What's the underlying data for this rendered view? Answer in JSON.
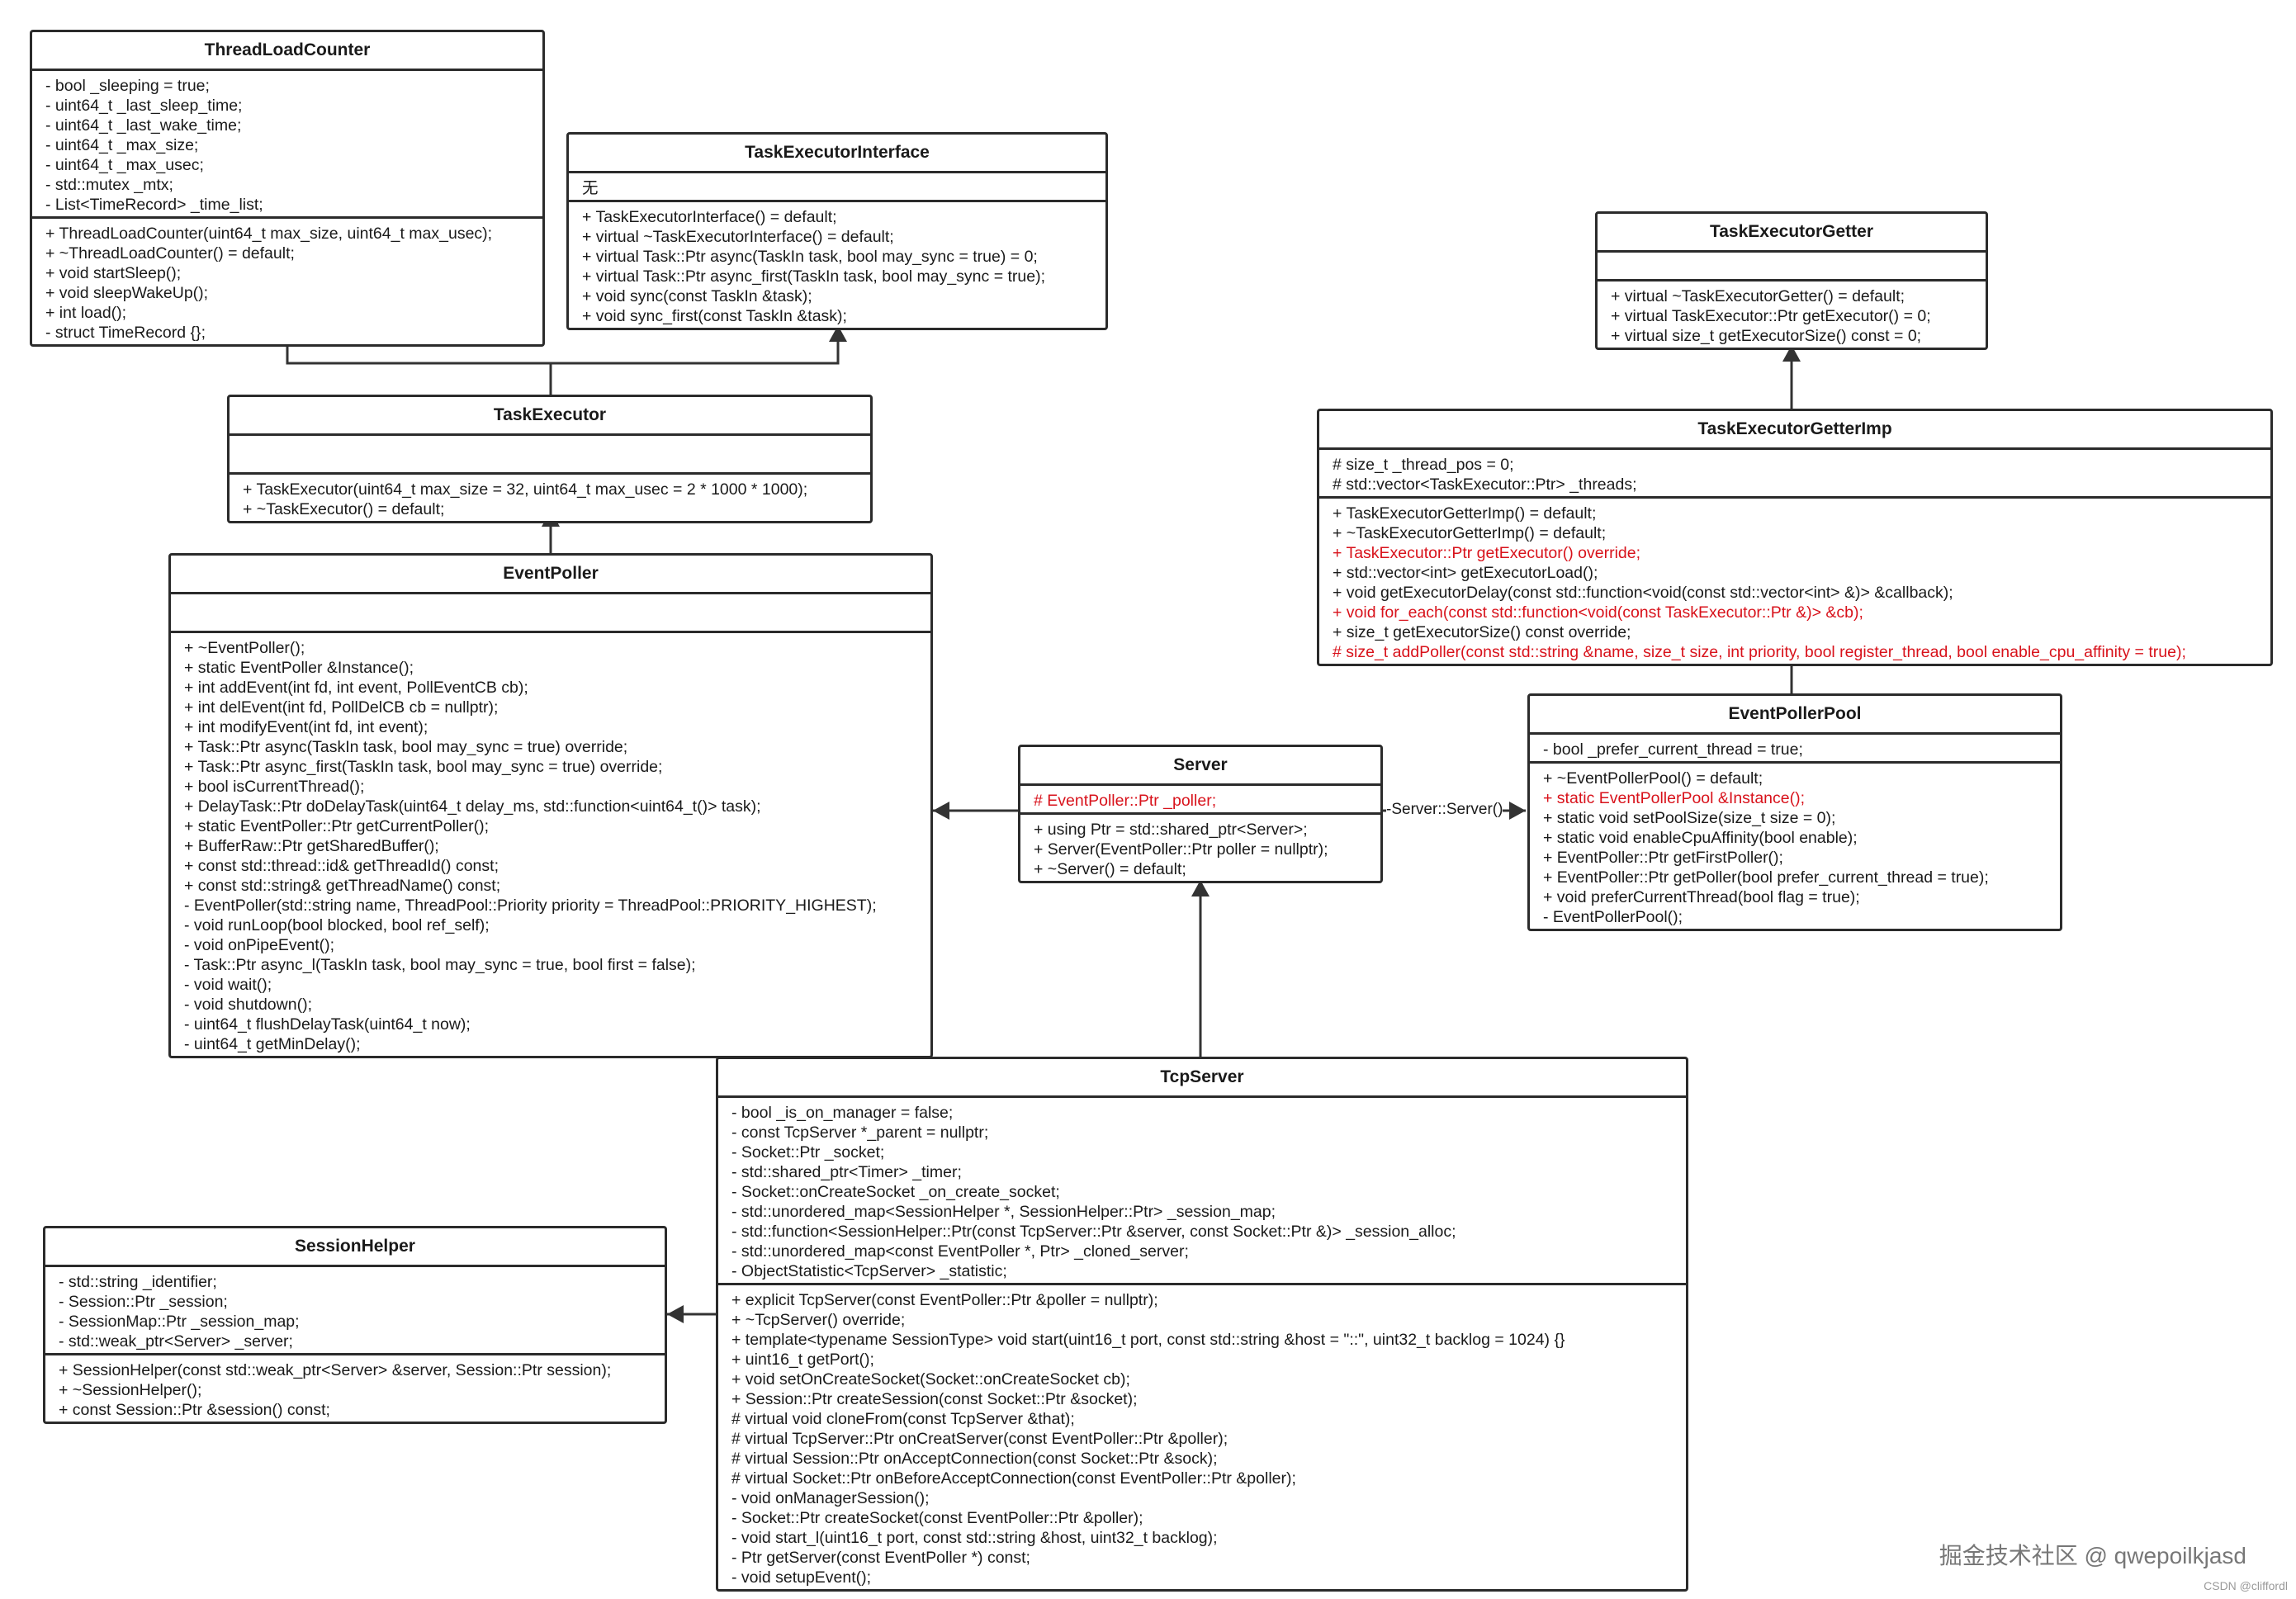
{
  "classes": {
    "thread_load_counter": {
      "name": "ThreadLoadCounter",
      "attributes": [
        {
          "t": "- bool _sleeping = true;"
        },
        {
          "t": "- uint64_t _last_sleep_time;"
        },
        {
          "t": "- uint64_t _last_wake_time;"
        },
        {
          "t": "- uint64_t _max_size;"
        },
        {
          "t": "- uint64_t _max_usec;"
        },
        {
          "t": "- std::mutex _mtx;"
        },
        {
          "t": "- List<TimeRecord> _time_list;"
        }
      ],
      "methods": [
        {
          "t": "+ ThreadLoadCounter(uint64_t max_size, uint64_t max_usec);"
        },
        {
          "t": "+ ~ThreadLoadCounter() = default;"
        },
        {
          "t": "+ void startSleep();"
        },
        {
          "t": "+ void sleepWakeUp();"
        },
        {
          "t": "+ int load();"
        },
        {
          "t": "- struct TimeRecord {};"
        }
      ]
    },
    "task_executor_interface": {
      "name": "TaskExecutorInterface",
      "attributes": [
        {
          "t": "无"
        }
      ],
      "methods": [
        {
          "t": "+ TaskExecutorInterface() = default;"
        },
        {
          "t": "+ virtual ~TaskExecutorInterface() = default;"
        },
        {
          "t": "+ virtual Task::Ptr async(TaskIn task, bool may_sync = true) = 0;"
        },
        {
          "t": "+ virtual Task::Ptr async_first(TaskIn task, bool may_sync = true);"
        },
        {
          "t": "+ void sync(const TaskIn &task);"
        },
        {
          "t": "+ void sync_first(const TaskIn &task);"
        }
      ]
    },
    "task_executor": {
      "name": "TaskExecutor",
      "attributes": [],
      "methods": [
        {
          "t": "+ TaskExecutor(uint64_t max_size = 32, uint64_t max_usec = 2 * 1000 * 1000);"
        },
        {
          "t": "+ ~TaskExecutor() = default;"
        }
      ]
    },
    "event_poller": {
      "name": "EventPoller",
      "attributes": [],
      "methods": [
        {
          "t": "+ ~EventPoller();"
        },
        {
          "t": "+ static EventPoller &Instance();"
        },
        {
          "t": "+ int addEvent(int fd, int event, PollEventCB cb);"
        },
        {
          "t": "+ int delEvent(int fd, PollDelCB cb = nullptr);"
        },
        {
          "t": "+ int modifyEvent(int fd, int event);"
        },
        {
          "t": "+ Task::Ptr async(TaskIn task, bool may_sync = true) override;"
        },
        {
          "t": "+ Task::Ptr async_first(TaskIn task, bool may_sync = true) override;"
        },
        {
          "t": "+ bool isCurrentThread();"
        },
        {
          "t": "+ DelayTask::Ptr doDelayTask(uint64_t delay_ms, std::function<uint64_t()> task);"
        },
        {
          "t": "+ static EventPoller::Ptr getCurrentPoller();"
        },
        {
          "t": "+ BufferRaw::Ptr getSharedBuffer();"
        },
        {
          "t": "+ const std::thread::id& getThreadId() const;"
        },
        {
          "t": "+ const std::string& getThreadName() const;"
        },
        {
          "t": "- EventPoller(std::string name, ThreadPool::Priority priority = ThreadPool::PRIORITY_HIGHEST);"
        },
        {
          "t": "- void runLoop(bool blocked, bool ref_self);"
        },
        {
          "t": "- void onPipeEvent();"
        },
        {
          "t": "- Task::Ptr async_l(TaskIn task, bool may_sync = true, bool first = false);"
        },
        {
          "t": "- void wait();"
        },
        {
          "t": "- void shutdown();"
        },
        {
          "t": "- uint64_t flushDelayTask(uint64_t now);"
        },
        {
          "t": "- uint64_t getMinDelay();"
        }
      ]
    },
    "server": {
      "name": "Server",
      "attributes": [
        {
          "t": "# EventPoller::Ptr _poller;",
          "red": true
        }
      ],
      "methods": [
        {
          "t": "+ using Ptr = std::shared_ptr<Server>;"
        },
        {
          "t": "+ Server(EventPoller::Ptr poller = nullptr);"
        },
        {
          "t": "+ ~Server() = default;"
        }
      ]
    },
    "task_executor_getter": {
      "name": "TaskExecutorGetter",
      "attributes": [],
      "methods": [
        {
          "t": "+ virtual ~TaskExecutorGetter() = default;"
        },
        {
          "t": "+ virtual TaskExecutor::Ptr getExecutor() = 0;"
        },
        {
          "t": "+ virtual size_t getExecutorSize() const = 0;"
        }
      ]
    },
    "task_executor_getter_imp": {
      "name": "TaskExecutorGetterImp",
      "attributes": [
        {
          "t": "# size_t _thread_pos = 0;"
        },
        {
          "t": "# std::vector<TaskExecutor::Ptr> _threads;"
        }
      ],
      "methods": [
        {
          "t": "+ TaskExecutorGetterImp() = default;"
        },
        {
          "t": "+ ~TaskExecutorGetterImp() = default;"
        },
        {
          "t": "+ TaskExecutor::Ptr getExecutor() override;",
          "red": true
        },
        {
          "t": "+ std::vector<int> getExecutorLoad();"
        },
        {
          "t": "+ void getExecutorDelay(const std::function<void(const std::vector<int> &)> &callback);"
        },
        {
          "t": "+ void for_each(const std::function<void(const TaskExecutor::Ptr &)> &cb);",
          "red": true
        },
        {
          "t": "+ size_t getExecutorSize() const override;"
        },
        {
          "t": "# size_t addPoller(const std::string &name, size_t size, int priority, bool register_thread, bool enable_cpu_affinity = true);",
          "red": true
        }
      ]
    },
    "event_poller_pool": {
      "name": "EventPollerPool",
      "attributes": [
        {
          "t": "- bool _prefer_current_thread = true;"
        }
      ],
      "methods": [
        {
          "t": "+ ~EventPollerPool() = default;"
        },
        {
          "t": "+ static EventPollerPool &Instance();",
          "red": true
        },
        {
          "t": "+ static void setPoolSize(size_t size = 0);"
        },
        {
          "t": "+ static void enableCpuAffinity(bool enable);"
        },
        {
          "t": "+ EventPoller::Ptr getFirstPoller();"
        },
        {
          "t": "+ EventPoller::Ptr getPoller(bool prefer_current_thread = true);"
        },
        {
          "t": "+ void preferCurrentThread(bool flag = true);"
        },
        {
          "t": "- EventPollerPool();"
        }
      ]
    },
    "tcp_server": {
      "name": "TcpServer",
      "attributes": [
        {
          "t": "- bool _is_on_manager = false;"
        },
        {
          "t": "- const TcpServer *_parent = nullptr;"
        },
        {
          "t": "- Socket::Ptr _socket;"
        },
        {
          "t": "- std::shared_ptr<Timer> _timer;"
        },
        {
          "t": "- Socket::onCreateSocket _on_create_socket;"
        },
        {
          "t": "- std::unordered_map<SessionHelper *, SessionHelper::Ptr> _session_map;"
        },
        {
          "t": "- std::function<SessionHelper::Ptr(const TcpServer::Ptr &server, const Socket::Ptr &)> _session_alloc;"
        },
        {
          "t": "- std::unordered_map<const EventPoller *, Ptr> _cloned_server;"
        },
        {
          "t": "- ObjectStatistic<TcpServer> _statistic;"
        }
      ],
      "methods": [
        {
          "t": "+ explicit TcpServer(const EventPoller::Ptr &poller = nullptr);"
        },
        {
          "t": "+ ~TcpServer() override;"
        },
        {
          "t": "+ template<typename SessionType> void start(uint16_t port, const std::string &host = \"::\", uint32_t backlog = 1024) {}"
        },
        {
          "t": "+ uint16_t getPort();"
        },
        {
          "t": "+ void setOnCreateSocket(Socket::onCreateSocket cb);"
        },
        {
          "t": "+ Session::Ptr createSession(const Socket::Ptr &socket);"
        },
        {
          "t": "# virtual void cloneFrom(const TcpServer &that);"
        },
        {
          "t": "# virtual TcpServer::Ptr onCreatServer(const EventPoller::Ptr &poller);"
        },
        {
          "t": "# virtual Session::Ptr onAcceptConnection(const Socket::Ptr &sock);"
        },
        {
          "t": "# virtual Socket::Ptr onBeforeAcceptConnection(const EventPoller::Ptr &poller);"
        },
        {
          "t": "- void onManagerSession();"
        },
        {
          "t": "- Socket::Ptr createSocket(const EventPoller::Ptr &poller);"
        },
        {
          "t": "- void start_l(uint16_t port, const std::string &host, uint32_t backlog);"
        },
        {
          "t": "- Ptr getServer(const EventPoller *) const;"
        },
        {
          "t": "- void setupEvent();"
        }
      ]
    },
    "session_helper": {
      "name": "SessionHelper",
      "attributes": [
        {
          "t": "- std::string _identifier;"
        },
        {
          "t": "- Session::Ptr _session;"
        },
        {
          "t": "- SessionMap::Ptr _session_map;"
        },
        {
          "t": "- std::weak_ptr<Server> _server;"
        }
      ],
      "methods": [
        {
          "t": "+ SessionHelper(const std::weak_ptr<Server> &server, Session::Ptr session);"
        },
        {
          "t": "+ ~SessionHelper();"
        },
        {
          "t": "+ const Session::Ptr &session() const;"
        }
      ]
    }
  },
  "associations": {
    "server_to_pool_label": "-Server::Server()"
  },
  "watermark": "掘金技术社区 @ qwepoilkjasd",
  "watermark_small": "CSDN @cliffordl",
  "colors": {
    "highlight": "#d8121b",
    "border": "#2b2b2b"
  }
}
